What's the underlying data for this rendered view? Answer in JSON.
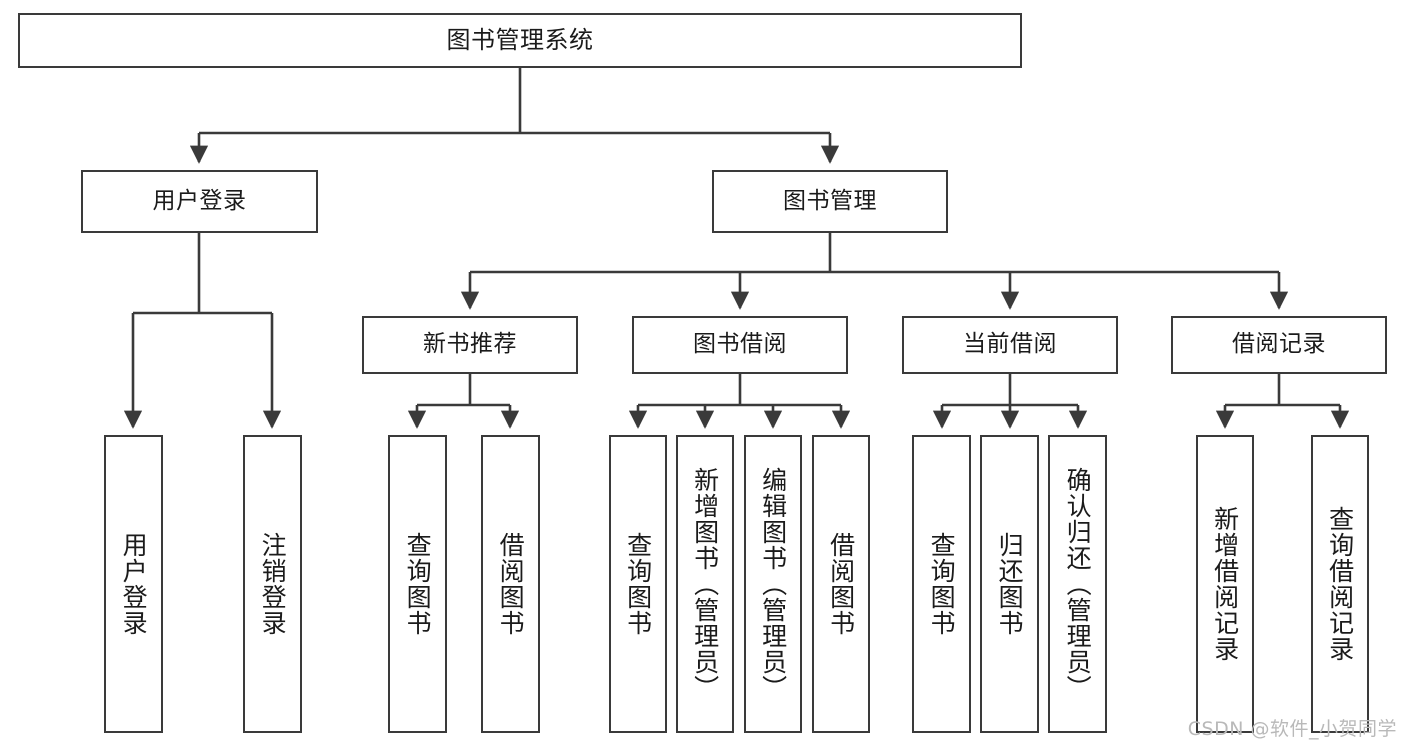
{
  "diagram": {
    "title": "图书管理系统",
    "watermark": "CSDN @软件_小贺同学",
    "colors": {
      "stroke": "#3a3a3a",
      "box_fill": "#ffffff",
      "text": "#1b1b1b",
      "watermark": "#b9b9b9",
      "background": "#ffffff"
    },
    "nodes": {
      "root": {
        "label": "图书管理系统",
        "orientation": "horizontal",
        "level": 1
      },
      "user_login": {
        "label": "用户登录",
        "orientation": "horizontal",
        "level": 2
      },
      "book_manage": {
        "label": "图书管理",
        "orientation": "horizontal",
        "level": 2
      },
      "new_book_rec": {
        "label": "新书推荐",
        "orientation": "horizontal",
        "level": 3
      },
      "book_borrow": {
        "label": "图书借阅",
        "orientation": "horizontal",
        "level": 3
      },
      "current_borrow": {
        "label": "当前借阅",
        "orientation": "horizontal",
        "level": 3
      },
      "borrow_record": {
        "label": "借阅记录",
        "orientation": "horizontal",
        "level": 3
      },
      "leaf_user_login": {
        "label": "用户登录",
        "orientation": "vertical",
        "level": 3
      },
      "leaf_user_logout": {
        "label": "注销登录",
        "orientation": "vertical",
        "level": 3
      },
      "leaf_rec_query": {
        "label": "查询图书",
        "orientation": "vertical",
        "level": 4
      },
      "leaf_rec_borrow": {
        "label": "借阅图书",
        "orientation": "vertical",
        "level": 4
      },
      "leaf_borrow_query": {
        "label": "查询图书",
        "orientation": "vertical",
        "level": 4
      },
      "leaf_borrow_add": {
        "label": "新增图书（管理员）",
        "orientation": "vertical",
        "level": 4
      },
      "leaf_borrow_edit": {
        "label": "编辑图书（管理员）",
        "orientation": "vertical",
        "level": 4
      },
      "leaf_borrow_do": {
        "label": "借阅图书",
        "orientation": "vertical",
        "level": 4
      },
      "leaf_cur_query": {
        "label": "查询图书",
        "orientation": "vertical",
        "level": 4
      },
      "leaf_cur_return": {
        "label": "归还图书",
        "orientation": "vertical",
        "level": 4
      },
      "leaf_cur_confirm": {
        "label": "确认归还（管理员）",
        "orientation": "vertical",
        "level": 4
      },
      "leaf_rec_add": {
        "label": "新增借阅记录",
        "orientation": "vertical",
        "level": 4
      },
      "leaf_rec_query2": {
        "label": "查询借阅记录",
        "orientation": "vertical",
        "level": 4
      }
    },
    "edges": [
      {
        "from": "root",
        "to": "user_login"
      },
      {
        "from": "root",
        "to": "book_manage"
      },
      {
        "from": "user_login",
        "to": "leaf_user_login"
      },
      {
        "from": "user_login",
        "to": "leaf_user_logout"
      },
      {
        "from": "book_manage",
        "to": "new_book_rec"
      },
      {
        "from": "book_manage",
        "to": "book_borrow"
      },
      {
        "from": "book_manage",
        "to": "current_borrow"
      },
      {
        "from": "book_manage",
        "to": "borrow_record"
      },
      {
        "from": "new_book_rec",
        "to": "leaf_rec_query"
      },
      {
        "from": "new_book_rec",
        "to": "leaf_rec_borrow"
      },
      {
        "from": "book_borrow",
        "to": "leaf_borrow_query"
      },
      {
        "from": "book_borrow",
        "to": "leaf_borrow_add"
      },
      {
        "from": "book_borrow",
        "to": "leaf_borrow_edit"
      },
      {
        "from": "book_borrow",
        "to": "leaf_borrow_do"
      },
      {
        "from": "current_borrow",
        "to": "leaf_cur_query"
      },
      {
        "from": "current_borrow",
        "to": "leaf_cur_return"
      },
      {
        "from": "current_borrow",
        "to": "leaf_cur_confirm"
      },
      {
        "from": "borrow_record",
        "to": "leaf_rec_add"
      },
      {
        "from": "borrow_record",
        "to": "leaf_rec_query2"
      }
    ]
  }
}
